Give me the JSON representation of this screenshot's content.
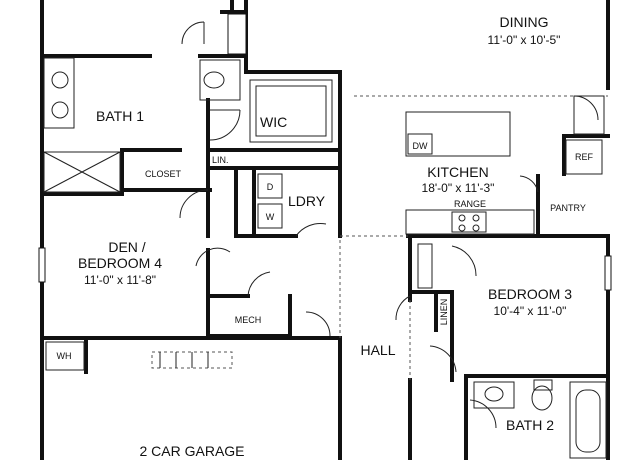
{
  "rooms": {
    "dining": {
      "name": "DINING",
      "dims": "11'-0\" x 10'-5\""
    },
    "bath1": {
      "name": "BATH 1"
    },
    "wic": {
      "name": "WIC"
    },
    "closet": {
      "name": "CLOSET"
    },
    "lin": {
      "name": "LIN."
    },
    "kitchen": {
      "name": "KITCHEN",
      "dims": "18'-0\" x 11'-3\""
    },
    "dw": {
      "name": "DW"
    },
    "ref": {
      "name": "REF"
    },
    "range": {
      "name": "RANGE"
    },
    "pantry": {
      "name": "PANTRY"
    },
    "dryer": {
      "name": "D"
    },
    "washer": {
      "name": "W"
    },
    "laundry": {
      "name": "LDRY"
    },
    "den": {
      "name": "DEN /",
      "name2": "BEDROOM 4",
      "dims": "11'-0\" x 11'-8\""
    },
    "mech": {
      "name": "MECH"
    },
    "hall": {
      "name": "HALL"
    },
    "linen": {
      "name": "LINEN"
    },
    "bedroom3": {
      "name": "BEDROOM 3",
      "dims": "10'-4\" x 11'-0\""
    },
    "wh": {
      "name": "WH"
    },
    "garage": {
      "name": "2 CAR GARAGE"
    },
    "bath2": {
      "name": "BATH 2"
    }
  }
}
